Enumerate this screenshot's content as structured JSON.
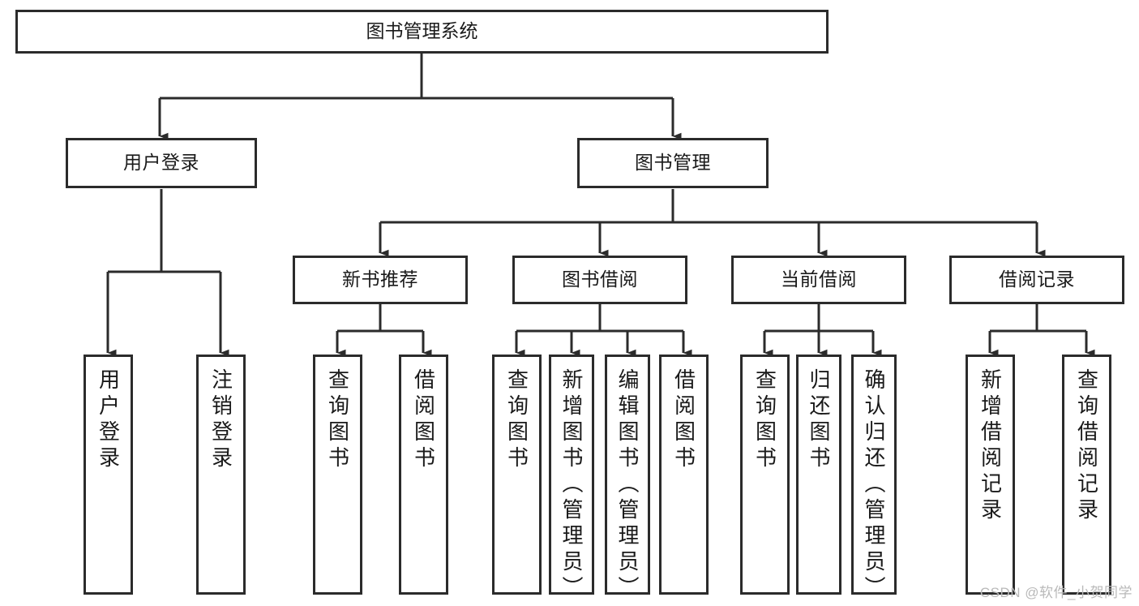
{
  "diagram": {
    "title_node": {
      "label": "图书管理系统"
    },
    "level1": [
      {
        "id": "user-login",
        "label": "用户登录"
      },
      {
        "id": "book-manage",
        "label": "图书管理"
      }
    ],
    "level2": [
      {
        "id": "new-book-recommend",
        "label": "新书推荐"
      },
      {
        "id": "book-borrow",
        "label": "图书借阅"
      },
      {
        "id": "current-borrow",
        "label": "当前借阅"
      },
      {
        "id": "borrow-record",
        "label": "借阅记录"
      }
    ],
    "leaves": {
      "user-login": [
        {
          "id": "leaf-user-login",
          "label": "用户登录"
        },
        {
          "id": "leaf-logout-login",
          "label": "注销登录"
        }
      ],
      "new-book-recommend": [
        {
          "id": "leaf-query-book-1",
          "label": "查询图书"
        },
        {
          "id": "leaf-borrow-book-1",
          "label": "借阅图书"
        }
      ],
      "book-borrow": [
        {
          "id": "leaf-query-book-2",
          "label": "查询图书"
        },
        {
          "id": "leaf-add-book",
          "label": "新增图书（管理员）"
        },
        {
          "id": "leaf-edit-book",
          "label": "编辑图书（管理员）"
        },
        {
          "id": "leaf-borrow-book-2",
          "label": "借阅图书"
        }
      ],
      "current-borrow": [
        {
          "id": "leaf-query-book-3",
          "label": "查询图书"
        },
        {
          "id": "leaf-return-book",
          "label": "归还图书"
        },
        {
          "id": "leaf-confirm-return",
          "label": "确认归还（管理员）"
        }
      ],
      "borrow-record": [
        {
          "id": "leaf-add-record",
          "label": "新增借阅记录"
        },
        {
          "id": "leaf-query-record",
          "label": "查询借阅记录"
        }
      ]
    },
    "watermark": "CSDN @软件_小贺同学",
    "colors": {
      "stroke": "#2b2b2b",
      "fill": "#ffffff",
      "text": "#1a1a1a",
      "watermark": "#b9b9b9"
    }
  }
}
